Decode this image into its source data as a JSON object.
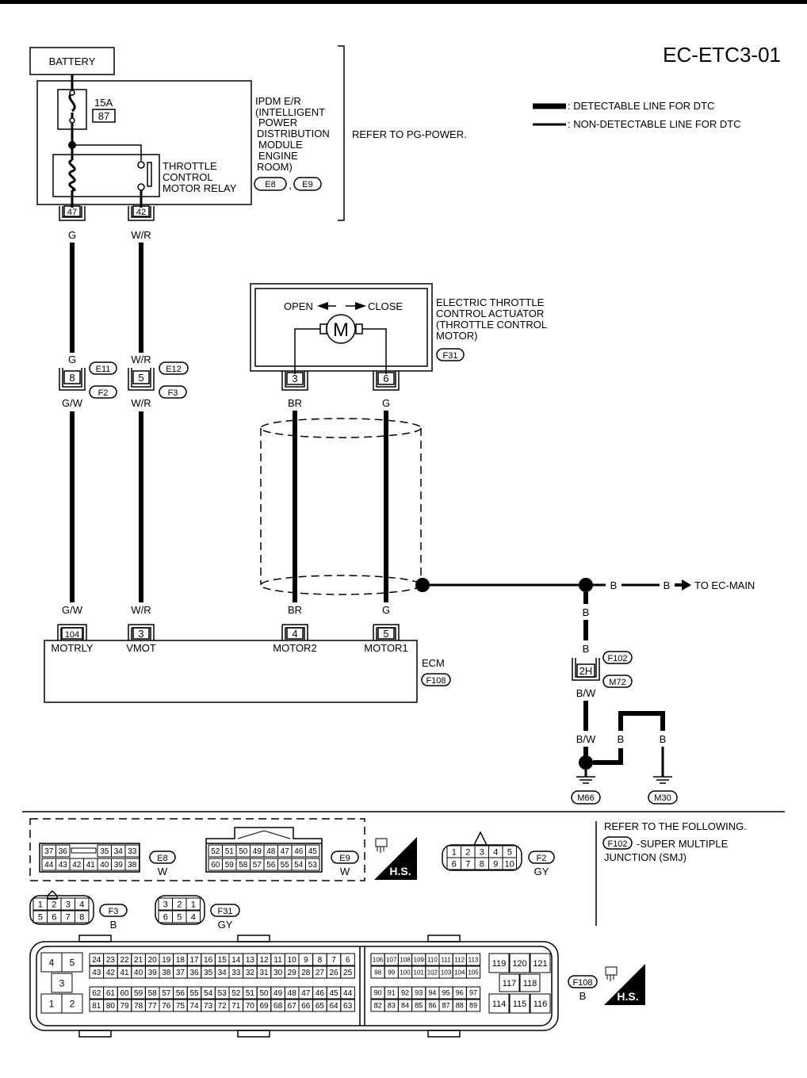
{
  "diagram_id": "EC-ETC3-01",
  "legend": {
    "detectable": ": DETECTABLE LINE FOR DTC",
    "non_detectable": ": NON-DETECTABLE LINE FOR DTC"
  },
  "battery": "BATTERY",
  "fuse": {
    "amp": "15A",
    "num": "87"
  },
  "ipdm": {
    "lines": [
      "IPDM E/R",
      "(INTELLIGENT",
      "POWER",
      "DISTRIBUTION",
      "MODULE",
      "ENGINE",
      "ROOM)"
    ],
    "conn1": "E8",
    "sep": ",",
    "conn2": "E9"
  },
  "relay": {
    "lines": [
      "THROTTLE",
      "CONTROL",
      "MOTOR RELAY"
    ]
  },
  "refer_pg": "REFER TO PG-POWER.",
  "ipdm_pins": {
    "p47": "47",
    "p42": "42"
  },
  "wire_colors": {
    "g": "G",
    "wr": "W/R",
    "gw": "G/W",
    "br": "BR",
    "b": "B",
    "bw": "B/W"
  },
  "jc1": {
    "pin8": "8",
    "pin5": "5",
    "e11": "E11",
    "e12": "E12",
    "f2": "F2",
    "f3": "F3"
  },
  "actuator": {
    "open": "OPEN",
    "close": "CLOSE",
    "motor": "M",
    "lines": [
      "ELECTRIC THROTTLE",
      "CONTROL ACTUATOR",
      "(THROTTLE CONTROL",
      " MOTOR)"
    ],
    "conn": "F31",
    "pin3": "3",
    "pin6": "6"
  },
  "to_main": "TO EC-MAIN",
  "ecm": {
    "label": "ECM",
    "conn": "F108",
    "pins": [
      {
        "num": "104",
        "name": "MOTRLY"
      },
      {
        "num": "3",
        "name": "VMOT"
      },
      {
        "num": "4",
        "name": "MOTOR2"
      },
      {
        "num": "5",
        "name": "MOTOR1"
      }
    ]
  },
  "joint": {
    "pin": "2H",
    "f102": "F102",
    "m72": "M72"
  },
  "grounds": {
    "m66": "M66",
    "m30": "M30"
  },
  "refer_following": {
    "title": "REFER TO THE FOLLOWING.",
    "conn": "F102",
    "text1": "-SUPER MULTIPLE",
    "text2": "JUNCTION (SMJ)"
  },
  "hs": "H.S.",
  "connectors": {
    "e8": {
      "name": "E8",
      "color": "W",
      "row1": [
        "37",
        "36",
        "",
        "35",
        "34",
        "33"
      ],
      "row2": [
        "44",
        "43",
        "42",
        "41",
        "40",
        "39",
        "38"
      ]
    },
    "e9": {
      "name": "E9",
      "color": "W",
      "row1": [
        "52",
        "51",
        "50",
        "49",
        "48",
        "47",
        "46",
        "45"
      ],
      "row2": [
        "60",
        "59",
        "58",
        "57",
        "56",
        "55",
        "54",
        "53"
      ]
    },
    "f2": {
      "name": "F2",
      "color": "GY",
      "row1": [
        "1",
        "2",
        "3",
        "4",
        "5"
      ],
      "row2": [
        "6",
        "7",
        "8",
        "9",
        "10"
      ]
    },
    "f3": {
      "name": "F3",
      "color": "B",
      "row1": [
        "1",
        "2",
        "3",
        "4"
      ],
      "row2": [
        "5",
        "6",
        "7",
        "8"
      ]
    },
    "f31": {
      "name": "F31",
      "color": "GY",
      "row1": [
        "3",
        "2",
        "1"
      ],
      "row2": [
        "6",
        "5",
        "4"
      ]
    },
    "f108": {
      "name": "F108",
      "color": "B",
      "left": [
        "4",
        "5",
        "3",
        "1",
        "2"
      ],
      "r1": [
        "24",
        "23",
        "22",
        "21",
        "20",
        "19",
        "18",
        "17",
        "16",
        "15",
        "14",
        "13",
        "12",
        "11",
        "10",
        "9",
        "8",
        "7",
        "6"
      ],
      "r2": [
        "43",
        "42",
        "41",
        "40",
        "39",
        "38",
        "37",
        "36",
        "35",
        "34",
        "33",
        "32",
        "31",
        "30",
        "29",
        "28",
        "27",
        "26",
        "25"
      ],
      "r3": [
        "62",
        "61",
        "60",
        "59",
        "58",
        "57",
        "56",
        "55",
        "54",
        "53",
        "52",
        "51",
        "50",
        "49",
        "48",
        "47",
        "46",
        "45",
        "44"
      ],
      "r4": [
        "81",
        "80",
        "79",
        "78",
        "77",
        "76",
        "75",
        "74",
        "73",
        "72",
        "71",
        "70",
        "69",
        "68",
        "67",
        "66",
        "65",
        "64",
        "63"
      ],
      "m1": [
        "106",
        "107",
        "108",
        "109",
        "110",
        "111",
        "112",
        "113"
      ],
      "m2": [
        "98",
        "99",
        "100",
        "101",
        "102",
        "103",
        "104",
        "105"
      ],
      "m3": [
        "90",
        "91",
        "92",
        "93",
        "94",
        "95",
        "96",
        "97"
      ],
      "m4": [
        "82",
        "83",
        "84",
        "85",
        "86",
        "87",
        "88",
        "89"
      ],
      "rg": [
        "119",
        "120",
        "121",
        "117",
        "118",
        "114",
        "115",
        "116"
      ]
    }
  }
}
